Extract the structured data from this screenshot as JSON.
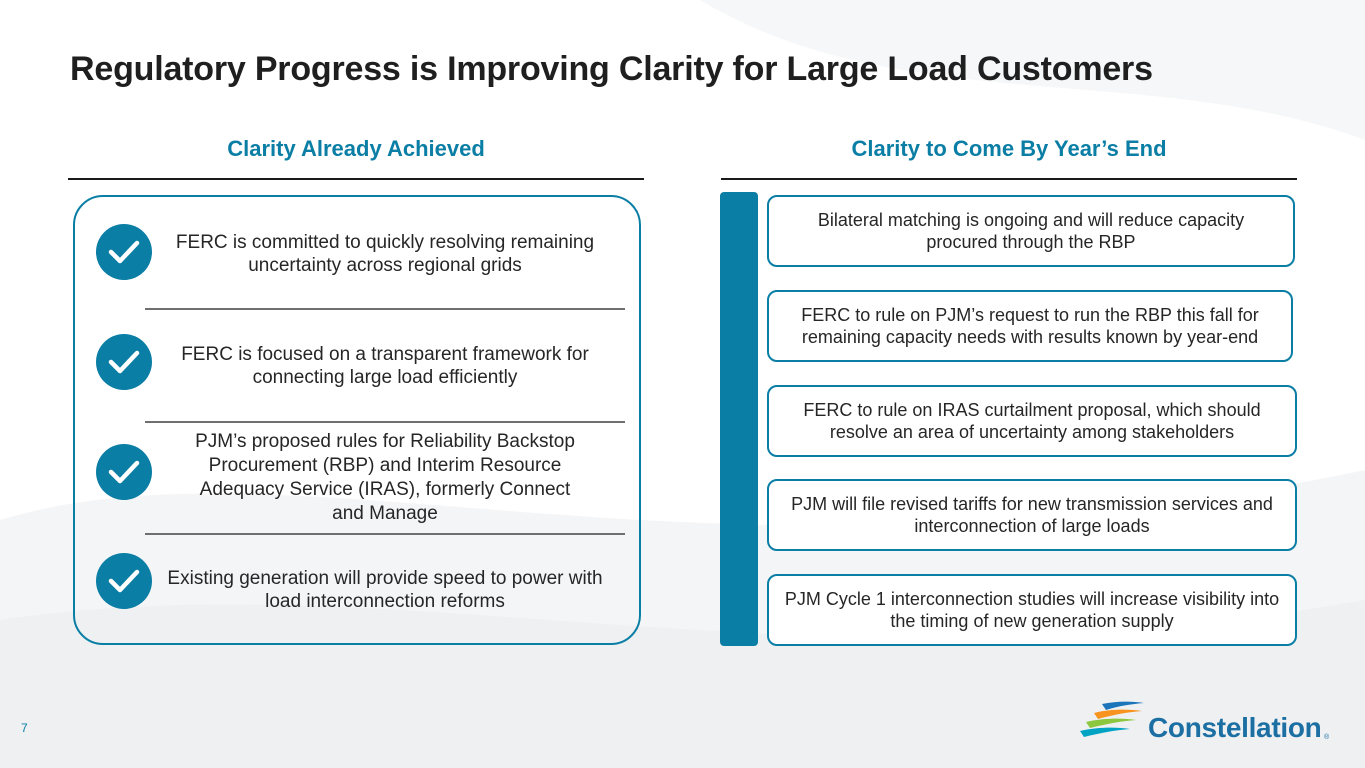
{
  "slide": {
    "title": "Regulatory Progress is Improving Clarity for Large Load Customers",
    "page_number": "7"
  },
  "left_column": {
    "heading": "Clarity Already Achieved",
    "items": [
      {
        "icon": "check-icon",
        "text": "FERC is committed to quickly resolving remaining uncertainty across regional grids"
      },
      {
        "icon": "check-icon",
        "text": "FERC is focused on a transparent framework for connecting large load efficiently"
      },
      {
        "icon": "check-icon",
        "text": "PJM’s proposed rules for Reliability Backstop Procurement (RBP) and Interim Resource Adequacy Service (IRAS), formerly Connect and Manage"
      },
      {
        "icon": "check-icon",
        "text": "Existing generation will provide speed to power with load interconnection reforms"
      }
    ]
  },
  "right_column": {
    "heading": "Clarity to Come By Year’s End",
    "items": [
      {
        "text": "Bilateral matching is ongoing and will reduce capacity procured through the RBP"
      },
      {
        "text": "FERC to rule on PJM’s request to run the RBP this fall for remaining capacity needs with results known by year-end"
      },
      {
        "text": "FERC to rule on IRAS curtailment proposal, which should resolve an area of uncertainty among stakeholders"
      },
      {
        "text": "PJM will file revised tariffs for new transmission services and interconnection of large loads"
      },
      {
        "text": "PJM Cycle 1 interconnection studies will increase visibility into the timing of new generation supply"
      }
    ]
  },
  "logo": {
    "name": "Constellation",
    "mark": "®"
  },
  "colors": {
    "accent": "#0b7ea5",
    "title": "#1f1f1f",
    "logo_text": "#1b6fa3"
  }
}
